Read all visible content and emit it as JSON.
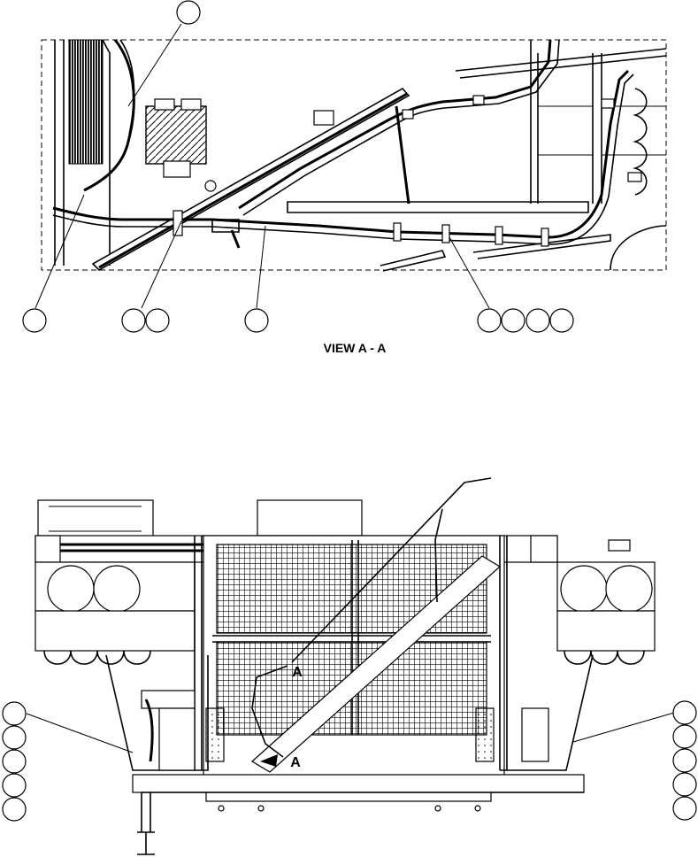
{
  "view_label": "VIEW A - A",
  "section_marks": [
    "A",
    "A"
  ],
  "colors": {
    "line": "#000000",
    "background": "#ffffff"
  },
  "callout_balloons": {
    "detail_view": {
      "count": 9,
      "text": ""
    },
    "main_view_left": {
      "count": 5,
      "text": ""
    },
    "main_view_right": {
      "count": 5,
      "text": ""
    }
  }
}
